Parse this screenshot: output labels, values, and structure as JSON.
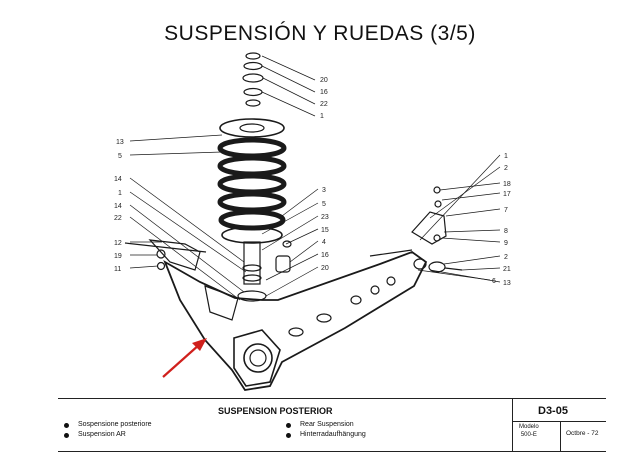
{
  "title": "SUSPENSIÓN Y RUEDAS (3/5)",
  "callouts_right_top": [
    "20",
    "16",
    "22",
    "1"
  ],
  "callouts_left": [
    "13",
    "5",
    "14",
    "1",
    "14",
    "22",
    "12",
    "19",
    "11"
  ],
  "callouts_right_mid": [
    "3",
    "5",
    "23",
    "15",
    "4",
    "16",
    "20"
  ],
  "callouts_far_right": [
    "1",
    "2",
    "18",
    "17",
    "7",
    "8",
    "9",
    "2",
    "21",
    "13"
  ],
  "callout_six": "6",
  "footer": {
    "section_title": "SUSPENSION POSTERIOR",
    "left_items": [
      "Sospensione posteriore",
      "Suspension AR"
    ],
    "right_items": [
      "Rear Suspension",
      "Hinterradaufhängung"
    ],
    "code": "D3-05",
    "modelo": "Modelo\n500-E",
    "date": "Octbre - 72"
  },
  "colors": {
    "arrow": "#d0201c",
    "ink": "#1a1a1a"
  }
}
